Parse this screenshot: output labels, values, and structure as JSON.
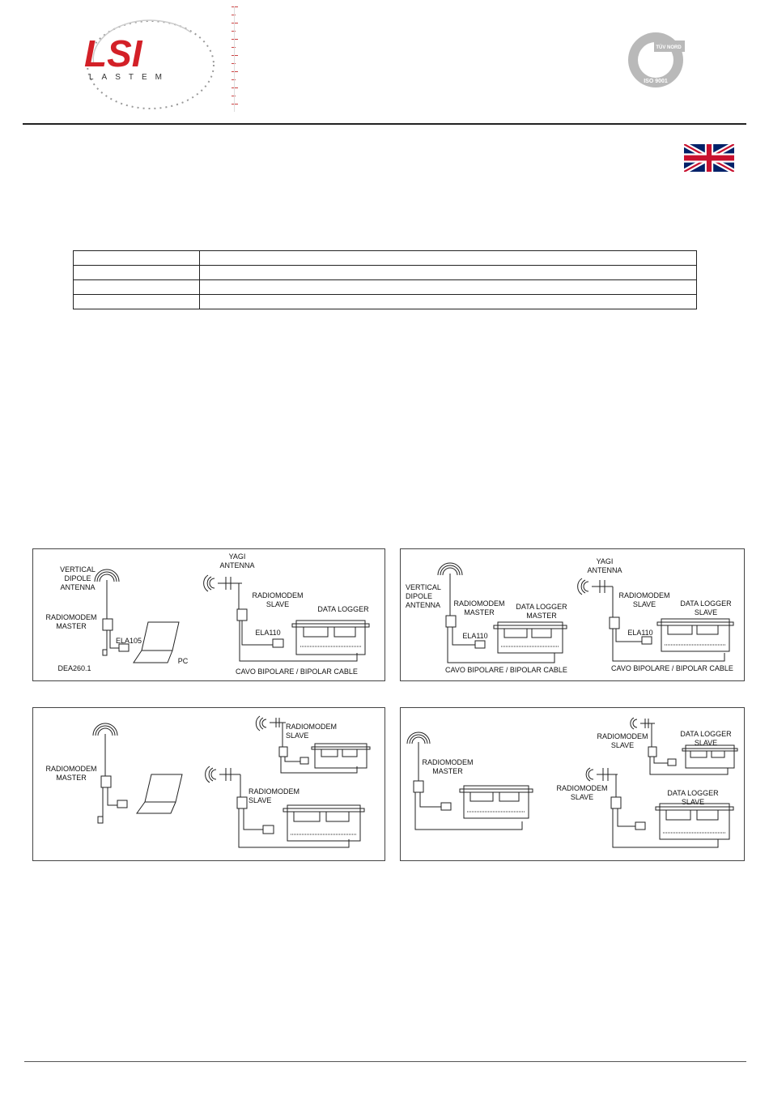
{
  "header": {
    "logo_text": "LSI",
    "logo_sub": "LASTEM",
    "cert": {
      "top": "TÜV NORD",
      "bottom": "ISO 9001"
    },
    "language_flag": "uk-flag-icon"
  },
  "table": {
    "rows": 4
  },
  "diagrams": {
    "d1": {
      "vertical_dipole": "VERTICAL\nDIPOLE\nANTENNA",
      "radiomodem_master": "RADIOMODEM\nMASTER",
      "ela105": "ELA105",
      "dea260": "DEA260.1",
      "pc": "PC",
      "yagi": "YAGI\nANTENNA",
      "radiomodem_slave": "RADIOMODEM\nSLAVE",
      "data_logger": "DATA LOGGER",
      "ela110": "ELA110",
      "cable": "CAVO BIPOLARE / BIPOLAR CABLE"
    },
    "d2": {
      "vertical_dipole": "VERTICAL\nDIPOLE\nANTENNA",
      "radiomodem_master": "RADIOMODEM\nMASTER",
      "data_logger_master": "DATA LOGGER\nMASTER",
      "ela110_a": "ELA110",
      "cable_a": "CAVO BIPOLARE / BIPOLAR CABLE",
      "yagi": "YAGI\nANTENNA",
      "radiomodem_slave": "RADIOMODEM\nSLAVE",
      "data_logger_slave": "DATA LOGGER\nSLAVE",
      "ela110_b": "ELA110",
      "cable_b": "CAVO BIPOLARE / BIPOLAR CABLE"
    },
    "d3": {
      "radiomodem_master": "RADIOMODEM\nMASTER",
      "radiomodem_slave_a": "RADIOMODEM\nSLAVE",
      "radiomodem_slave_b": "RADIOMODEM\nSLAVE"
    },
    "d4": {
      "radiomodem_master": "RADIOMODEM\nMASTER",
      "radiomodem_slave_a": "RADIOMODEM\nSLAVE",
      "data_logger_slave_a": "DATA LOGGER\nSLAVE",
      "radiomodem_slave_b": "RADIOMODEM\nSLAVE",
      "data_logger_slave_b": "DATA LOGGER\nSLAVE"
    }
  }
}
